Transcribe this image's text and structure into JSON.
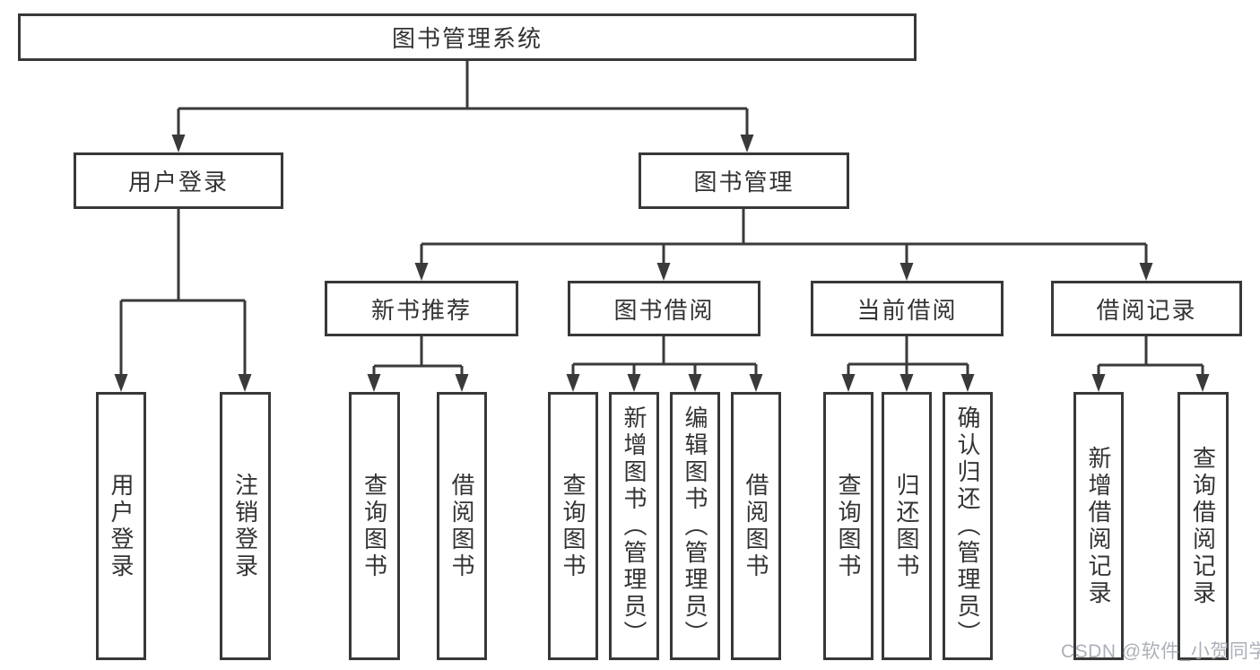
{
  "tree": {
    "root": {
      "label": "图书管理系统",
      "children": [
        {
          "label": "用户登录",
          "children": [
            {
              "label": "用户登录"
            },
            {
              "label": "注销登录"
            }
          ]
        },
        {
          "label": "图书管理",
          "children": [
            {
              "label": "新书推荐",
              "children": [
                {
                  "label": "查询图书"
                },
                {
                  "label": "借阅图书"
                }
              ]
            },
            {
              "label": "图书借阅",
              "children": [
                {
                  "label": "查询图书"
                },
                {
                  "label": "新增图书（管理员）"
                },
                {
                  "label": "编辑图书（管理员）"
                },
                {
                  "label": "借阅图书"
                }
              ]
            },
            {
              "label": "当前借阅",
              "children": [
                {
                  "label": "查询图书"
                },
                {
                  "label": "归还图书"
                },
                {
                  "label": "确认归还（管理员）"
                }
              ]
            },
            {
              "label": "借阅记录",
              "children": [
                {
                  "label": "新增借阅记录"
                },
                {
                  "label": "查询借阅记录"
                }
              ]
            }
          ]
        }
      ]
    }
  },
  "watermark": {
    "text": "CSDN @软件_小贺同学"
  },
  "colors": {
    "line": "#3a3a3a",
    "border": "#383838",
    "text": "#333333",
    "watermark": "#9da3ad",
    "background": "#ffffff"
  }
}
